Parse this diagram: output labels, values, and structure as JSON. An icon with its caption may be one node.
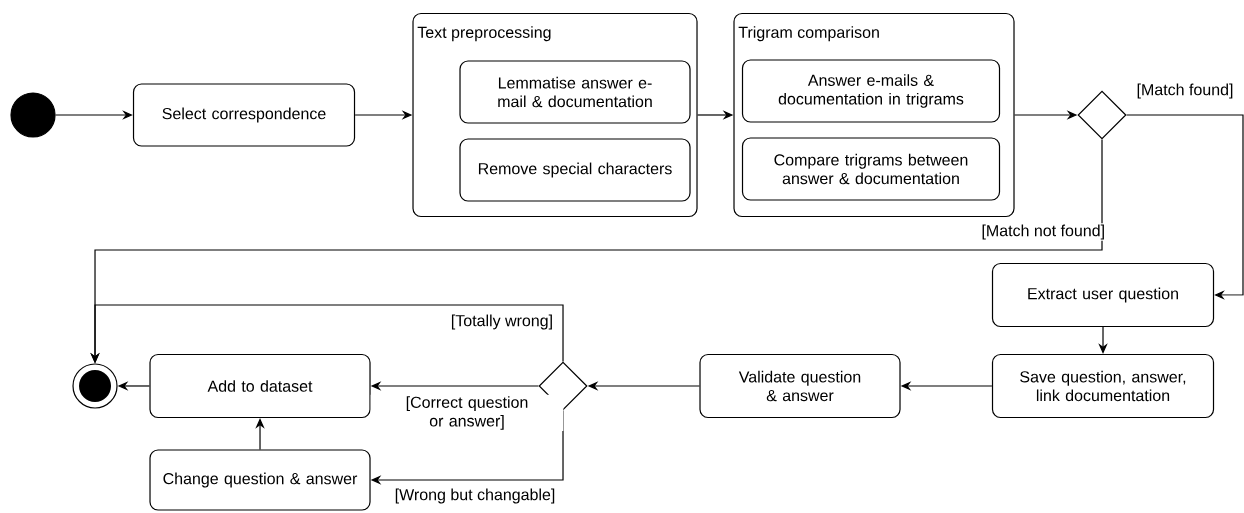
{
  "diagram": {
    "nodes": [
      {
        "text": [],
        "shape": "circle"
      },
      {
        "text": [
          "Select correspondence"
        ]
      },
      {
        "text": [
          "Text preprocessing"
        ]
      },
      {
        "text": [
          "Lemmatise answer e-mail & documentation"
        ],
        "in": 2
      },
      {
        "text": [
          "Remove special characters"
        ],
        "in": 2
      },
      {
        "text": [
          "Trigram comparison"
        ]
      },
      {
        "text": [
          "Answer e-mails & documentation in trigrams"
        ],
        "in": 5
      },
      {
        "text": [
          "Compare trigrams between answer & documentation"
        ],
        "in": 5
      },
      {
        "text": [],
        "shape": "diamond"
      },
      {
        "text": [
          "Extract user question"
        ]
      },
      {
        "text": [
          "Save question, answer, link documentation"
        ]
      },
      {
        "text": [
          "Validate question & answer"
        ]
      },
      {
        "text": [],
        "shape": "diamond"
      },
      {
        "text": [
          "Add to dataset"
        ]
      },
      {
        "text": [
          "Change question & answer"
        ]
      },
      {
        "text": [],
        "shape": "circle"
      }
    ],
    "edges": [
      {
        "from": 0,
        "to": 1,
        "arrow": "to"
      },
      {
        "from": 1,
        "to": 2,
        "arrow": "to"
      },
      {
        "from": 2,
        "to": 5,
        "arrow": "to"
      },
      {
        "from": 5,
        "to": 8,
        "arrow": "to"
      },
      {
        "from": 8,
        "to": 9,
        "arrow": "to",
        "label": "[Match found]"
      },
      {
        "from": 8,
        "to": 15,
        "arrow": "to",
        "label": "[Match not found]"
      },
      {
        "from": 9,
        "to": 10,
        "arrow": "to"
      },
      {
        "from": 10,
        "to": 11,
        "arrow": "to"
      },
      {
        "from": 11,
        "to": 12,
        "arrow": "to"
      },
      {
        "from": 12,
        "to": 13,
        "arrow": "to",
        "label": "[Correct question or answer]"
      },
      {
        "from": 12,
        "to": 15,
        "arrow": "to",
        "label": "[Totally wrong]"
      },
      {
        "from": 12,
        "to": 14,
        "arrow": "to",
        "label": "[Wrong but changable]"
      },
      {
        "from": 14,
        "to": 13,
        "arrow": "to"
      },
      {
        "from": 13,
        "to": 15,
        "arrow": "to"
      }
    ]
  }
}
